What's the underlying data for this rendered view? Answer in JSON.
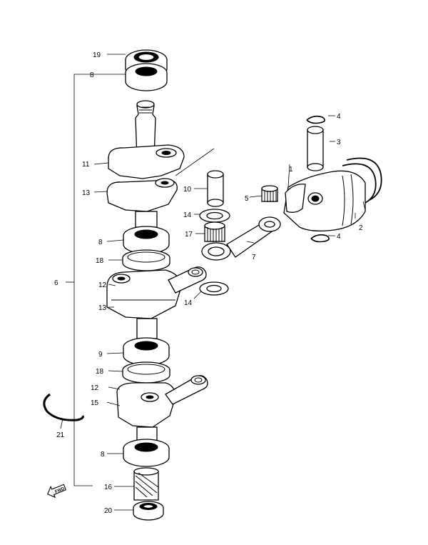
{
  "callouts": [
    {
      "id": "c19",
      "label": "19"
    },
    {
      "id": "c8a",
      "label": "8"
    },
    {
      "id": "c11",
      "label": "11"
    },
    {
      "id": "c13a",
      "label": "13"
    },
    {
      "id": "c10",
      "label": "10"
    },
    {
      "id": "c14a",
      "label": "14"
    },
    {
      "id": "c17",
      "label": "17"
    },
    {
      "id": "c5",
      "label": "5"
    },
    {
      "id": "c1",
      "label": "1"
    },
    {
      "id": "c2",
      "label": "2"
    },
    {
      "id": "c3",
      "label": "3"
    },
    {
      "id": "c4a",
      "label": "4"
    },
    {
      "id": "c4b",
      "label": "4"
    },
    {
      "id": "c7",
      "label": "7"
    },
    {
      "id": "c8b",
      "label": "8"
    },
    {
      "id": "c18a",
      "label": "18"
    },
    {
      "id": "c6",
      "label": "6"
    },
    {
      "id": "c12a",
      "label": "12"
    },
    {
      "id": "c13b",
      "label": "13"
    },
    {
      "id": "c14b",
      "label": "14"
    },
    {
      "id": "c9",
      "label": "9"
    },
    {
      "id": "c18b",
      "label": "18"
    },
    {
      "id": "c12b",
      "label": "12"
    },
    {
      "id": "c15",
      "label": "15"
    },
    {
      "id": "c21",
      "label": "21"
    },
    {
      "id": "c8c",
      "label": "8"
    },
    {
      "id": "c16",
      "label": "16"
    },
    {
      "id": "c20",
      "label": "20"
    }
  ],
  "fwd_arrow": {
    "label": "FWD",
    "icon": "forward-arrow-icon"
  }
}
